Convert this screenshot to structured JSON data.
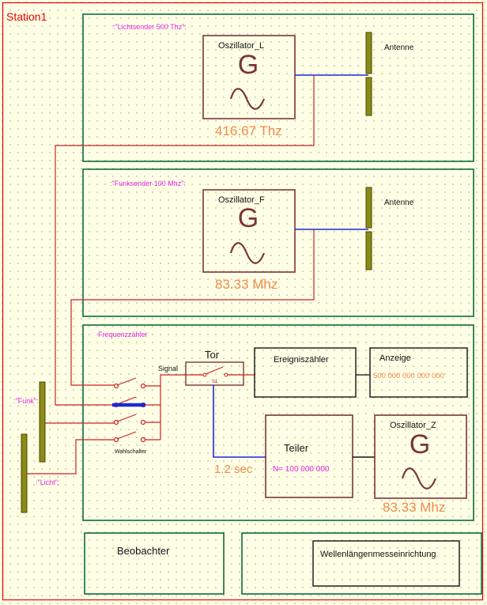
{
  "station_title": "Station1",
  "light_transmitter": {
    "label": ":\"Lichtsender 500 Thz\":",
    "oscillator_name": "Oszillator_L",
    "generator_symbol": "G",
    "frequency": "416.67 Thz",
    "antenna_label": "Antenne"
  },
  "radio_transmitter": {
    "label": ":\"Funksender 100 Mhz\":",
    "oscillator_name": "Oszillator_F",
    "generator_symbol": "G",
    "frequency": "83.33 Mhz",
    "antenna_label": "Antenne"
  },
  "frequency_counter": {
    "label": "Frequenzzähler",
    "gate_label": "Tor",
    "gate_switch_label": "S1",
    "signal_label": "Signal",
    "selector_label": "Wahlschalter",
    "event_counter_label": "Ereigniszähler",
    "display_label": "Anzeige",
    "display_value": "500 000 000 000 000",
    "divider_label": "Teiler",
    "divider_value": "N= 100 000 000",
    "gate_time": "1.2 sec",
    "oscillator_name": "Oszillator_Z",
    "generator_symbol": "G",
    "frequency": "83.33 Mhz"
  },
  "receiver_antennas": {
    "radio_label": ":\"Funk\":",
    "light_label": ":\"Licht\":"
  },
  "observer_label": "Beobachter",
  "wavelength_device_label": "Wellenlängenmesseinrichtung",
  "colors": {
    "background": "#ffffe6",
    "grid_dot": "#6b6b6b",
    "frame_red": "#ee0000",
    "group_green": "#0b6b3a",
    "box_brown": "#7b3535",
    "wire_red": "#cc2222",
    "wire_blue": "#1a2ad6",
    "orange_text": "#f08a4a",
    "magenta_text": "#e026e0",
    "antenna_fill": "#8a8a18"
  }
}
